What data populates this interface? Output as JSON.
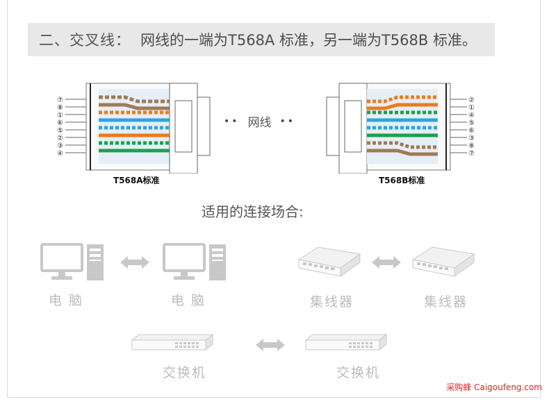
{
  "title": {
    "prefix": "二、交叉线：",
    "text": "网线的一端为T568A 标准，另一端为T568B 标准。"
  },
  "connector_left": {
    "label": "T568A标准",
    "pins": [
      "⑦",
      "⑧",
      "①",
      "⑥",
      "⑤",
      "②",
      "③",
      "④"
    ]
  },
  "connector_right": {
    "label": "T568B标准",
    "pins": [
      "②",
      "①",
      "④",
      "⑤",
      "⑥",
      "③",
      "⑧",
      "⑦"
    ]
  },
  "cable_label": "网线",
  "cable_dots_left": "••",
  "cable_dots_right": "••",
  "subheading": "适用的连接场合:",
  "devices": {
    "pc_a": "电  脑",
    "pc_b": "电  脑",
    "hub_a": "集线器",
    "hub_b": "集线器",
    "switch_a": "交换机",
    "switch_b": "交换机"
  },
  "watermark": "采购蜂 Caigoufeng.com",
  "colors": {
    "wire_brown": "#a07a55",
    "wire_orange": "#f07a18",
    "wire_blue": "#2aa6e0",
    "wire_green": "#1aa24a",
    "device_gray": "#c8c8c8",
    "title_bg": "#e8e8e8",
    "brand_red": "#e02020"
  }
}
